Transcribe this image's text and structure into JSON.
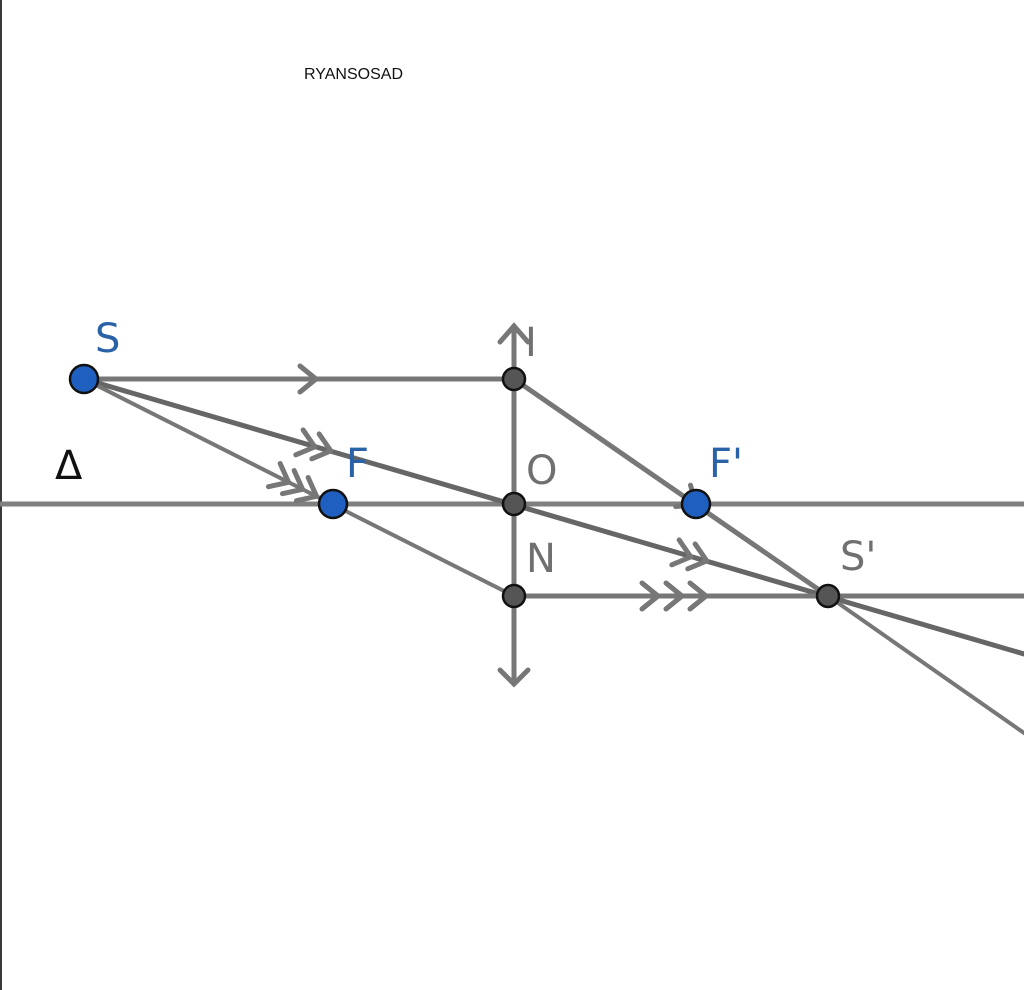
{
  "watermark": "RYANSOSAD",
  "colors": {
    "ray": "#777777",
    "ray_dark": "#666666",
    "axis": "#7f7f7f",
    "blue_point": "#1f5fbf",
    "gray_point": "#555555",
    "blue_label": "#2a62a8",
    "gray_label": "#707070",
    "black_label": "#111111"
  },
  "labels": {
    "axis": "Δ",
    "source": "S",
    "focus_object": "F",
    "focus_image": "F'",
    "optical_center": "O",
    "point_top": "I",
    "point_bottom": "N",
    "image": "S'"
  }
}
